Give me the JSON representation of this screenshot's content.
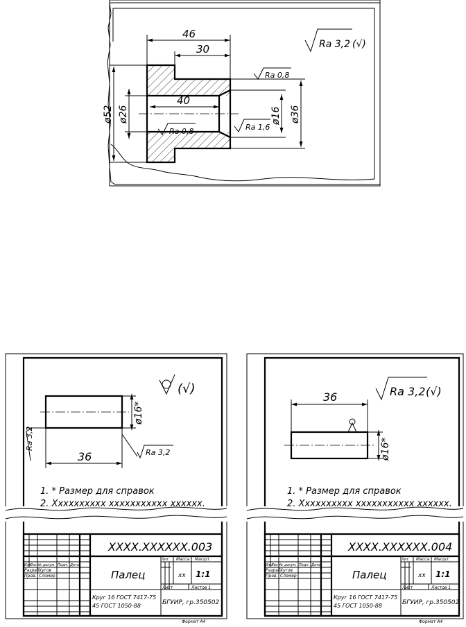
{
  "top_drawing": {
    "roughness_general": "Ra 3,2",
    "roughness_general_note": "(√)",
    "dims": {
      "len46": "46",
      "len30": "30",
      "len40": "40",
      "d52": "ø52",
      "d26": "ø26",
      "d16": "ø16",
      "d36": "ø36"
    },
    "roughness": {
      "ra08_top": "Ra 0,8",
      "ra08_inner": "Ra 0,8",
      "ra16": "Ra 1,6"
    }
  },
  "sheets": [
    {
      "general_roughness": "(√)",
      "dim_length": "36",
      "dim_diameter": "ø16*",
      "roughness_left": "Ra 3,2",
      "roughness_right": "Ra 3,2",
      "notes": [
        "1. * Размер для справок",
        "2. Хххххххххх ххххххххххх хххххх."
      ],
      "designation": "XXXX.XXXXXX.003",
      "part_name": "Палец",
      "mass": "xx",
      "scale": "1:1",
      "material_line1": "Круг 16 ГОСТ 7417-75",
      "material_line2": "45 ГОСТ 1050-88",
      "org": "БГУИР, гр.350502",
      "format": "Формат А4",
      "header_cols": [
        "Изм",
        "Лист",
        "№ докум.",
        "Подп.",
        "Дата"
      ],
      "roles": [
        "Разраб.",
        "Пров."
      ],
      "names": [
        "Хугов",
        "Сломер"
      ],
      "lit": "Лит.",
      "massa": "Масса",
      "masshtab": "Масшт.",
      "list": "Лист",
      "listov": "Листов 1"
    },
    {
      "general_roughness": "Ra 3,2",
      "general_roughness_note": "(√)",
      "dim_length": "36",
      "dim_diameter": "ø16*",
      "notes": [
        "1. * Размер для справок",
        "2. Хххххххххх ххххххххххх хххххх."
      ],
      "designation": "XXXX.XXXXXX.004",
      "part_name": "Палец",
      "mass": "xx",
      "scale": "1:1",
      "material_line1": "Круг 16 ГОСТ 7417-75",
      "material_line2": "45 ГОСТ 1050-88",
      "org": "БГУИР, гр.350502",
      "format": "Формат А4",
      "header_cols": [
        "Изм",
        "Лист",
        "№ докум.",
        "Подп.",
        "Дата"
      ],
      "roles": [
        "Разраб.",
        "Пров."
      ],
      "names": [
        "Хугов",
        "Сломер"
      ],
      "lit": "Лит.",
      "massa": "Масса",
      "masshtab": "Масшт.",
      "list": "Лист",
      "listov": "Листов 1"
    }
  ]
}
